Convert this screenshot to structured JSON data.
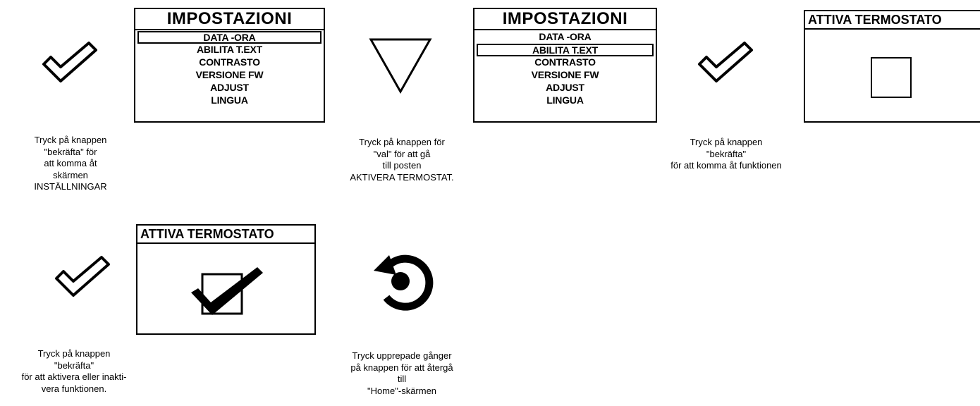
{
  "step1": {
    "icon": "confirm-check-icon",
    "caption": [
      "Tryck på knappen",
      "\"bekräfta\" för",
      "att komma åt",
      "skärmen",
      "INSTÄLLNINGAR"
    ],
    "menu": {
      "title": "IMPOSTAZIONI",
      "items": [
        "DATA -ORA",
        "ABILITA T.EXT",
        "CONTRASTO",
        "VERSIONE FW",
        "ADJUST",
        "LINGUA"
      ],
      "selected_index": 0
    }
  },
  "step2": {
    "icon": "down-triangle-icon",
    "caption": [
      "Tryck på knappen för",
      "\"val\" för att gå",
      "till posten",
      "AKTIVERA TERMOSTAT."
    ],
    "menu": {
      "title": "IMPOSTAZIONI",
      "items": [
        "DATA -ORA",
        "ABILITA T.EXT",
        "CONTRASTO",
        "VERSIONE FW",
        "ADJUST",
        "LINGUA"
      ],
      "selected_index": 1
    }
  },
  "step3": {
    "icon": "confirm-check-icon",
    "caption": [
      "Tryck på knappen",
      "\"bekräfta\"",
      "för att komma åt funktionen"
    ],
    "screen": {
      "title": "ATTIVA TERMOSTATO",
      "checkbox": "unchecked"
    }
  },
  "step4": {
    "icon": "confirm-check-icon",
    "caption": [
      "Tryck på knappen",
      "\"bekräfta\"",
      "för att aktivera eller inakti-",
      "vera funktionen."
    ],
    "screen": {
      "title": "ATTIVA TERMOSTATO",
      "checkbox": "checked"
    }
  },
  "step5": {
    "icon": "back-return-icon",
    "caption": [
      "Tryck upprepade gånger",
      "på knappen för att återgå",
      "till",
      "\"Home\"-skärmen"
    ]
  }
}
